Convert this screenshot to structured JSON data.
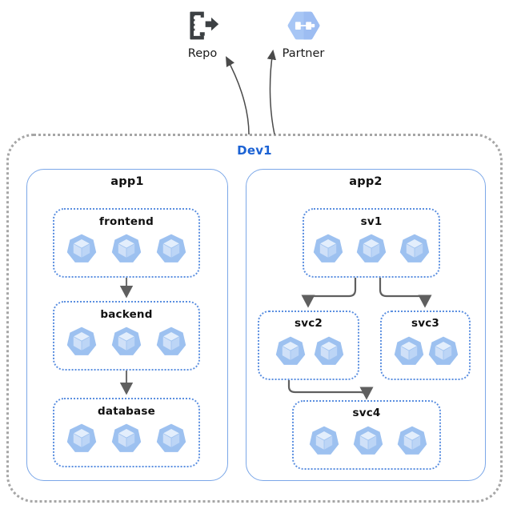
{
  "diagram": {
    "title": "Dev1",
    "environment": {
      "name": "Dev1",
      "border_style": "dotted",
      "border_color": "#a6a6a6",
      "label_color": "#1b62d4"
    },
    "external_nodes": [
      {
        "id": "repo",
        "label": "Repo",
        "icon": "repository-icon",
        "icon_color": "#3c4043"
      },
      {
        "id": "partner",
        "label": "Partner",
        "icon": "hexagon-partner-icon",
        "icon_color": "#8ab4f8"
      }
    ],
    "apps": [
      {
        "id": "app1",
        "label": "app1",
        "groups": [
          {
            "id": "frontend",
            "label": "frontend",
            "pod_count": 3
          },
          {
            "id": "backend",
            "label": "backend",
            "pod_count": 3
          },
          {
            "id": "database",
            "label": "database",
            "pod_count": 3
          }
        ]
      },
      {
        "id": "app2",
        "label": "app2",
        "groups": [
          {
            "id": "sv1",
            "label": "sv1",
            "pod_count": 3
          },
          {
            "id": "svc2",
            "label": "svc2",
            "pod_count": 2
          },
          {
            "id": "svc3",
            "label": "svc3",
            "pod_count": 2
          },
          {
            "id": "svc4",
            "label": "svc4",
            "pod_count": 3
          }
        ]
      }
    ],
    "connections": [
      {
        "from": "frontend",
        "to": "backend",
        "style": "straight",
        "color": "#6e6e6e"
      },
      {
        "from": "backend",
        "to": "database",
        "style": "straight",
        "color": "#6e6e6e"
      },
      {
        "from": "sv1",
        "to": "svc2",
        "style": "elbow",
        "color": "#5f5f5f"
      },
      {
        "from": "sv1",
        "to": "svc3",
        "style": "elbow",
        "color": "#5f5f5f"
      },
      {
        "from": "svc2",
        "to": "svc4",
        "style": "elbow",
        "color": "#5f5f5f"
      },
      {
        "from": "Dev1",
        "to": "repo",
        "style": "curve",
        "color": "#4a4a4a"
      },
      {
        "from": "Dev1",
        "to": "partner",
        "style": "curve",
        "color": "#4a4a4a"
      }
    ],
    "colors": {
      "pod_fill": "#9dc1f0",
      "pod_cube_light": "#cfe0f8",
      "pod_cube_mid": "#bcd5f6",
      "app_border": "#7ba7e8",
      "group_border": "#5b8fe0",
      "env_border": "#a6a6a6",
      "env_label": "#1b62d4",
      "arrow": "#5f5f5f"
    }
  }
}
